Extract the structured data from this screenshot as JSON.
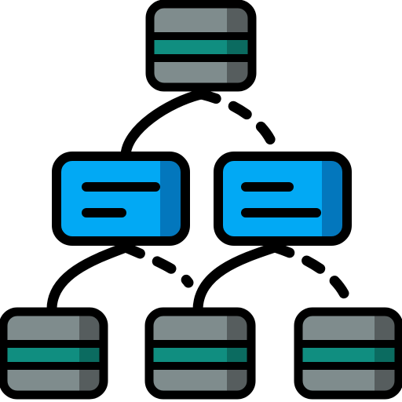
{
  "icon": {
    "name": "hierarchy-network-icon",
    "colors": {
      "outline": "#000000",
      "server_body": "#7F8C8D",
      "server_shade": "#565D5E",
      "server_band": "#108E80",
      "server_band_shade": "#0B6B60",
      "card_fill": "#02A9F4",
      "card_shade": "#0377BD",
      "background": "#FFFFFF"
    },
    "nodes": [
      {
        "name": "top-server-icon",
        "kind": "server",
        "level": 0
      },
      {
        "name": "left-card-icon",
        "kind": "card",
        "level": 1
      },
      {
        "name": "right-card-icon",
        "kind": "card",
        "level": 1
      },
      {
        "name": "bottom-left-server-icon",
        "kind": "server",
        "level": 2
      },
      {
        "name": "bottom-center-server-icon",
        "kind": "server",
        "level": 2
      },
      {
        "name": "bottom-right-server-icon",
        "kind": "server",
        "level": 2
      }
    ],
    "links": [
      {
        "name": "link-top-to-left-card",
        "style": "solid"
      },
      {
        "name": "link-top-to-right-card",
        "style": "dashed"
      },
      {
        "name": "link-left-card-to-bottom-left",
        "style": "solid"
      },
      {
        "name": "link-left-card-to-bottom-center",
        "style": "dashed"
      },
      {
        "name": "link-right-card-to-bottom-center",
        "style": "solid"
      },
      {
        "name": "link-right-card-to-bottom-right",
        "style": "dashed"
      }
    ]
  }
}
